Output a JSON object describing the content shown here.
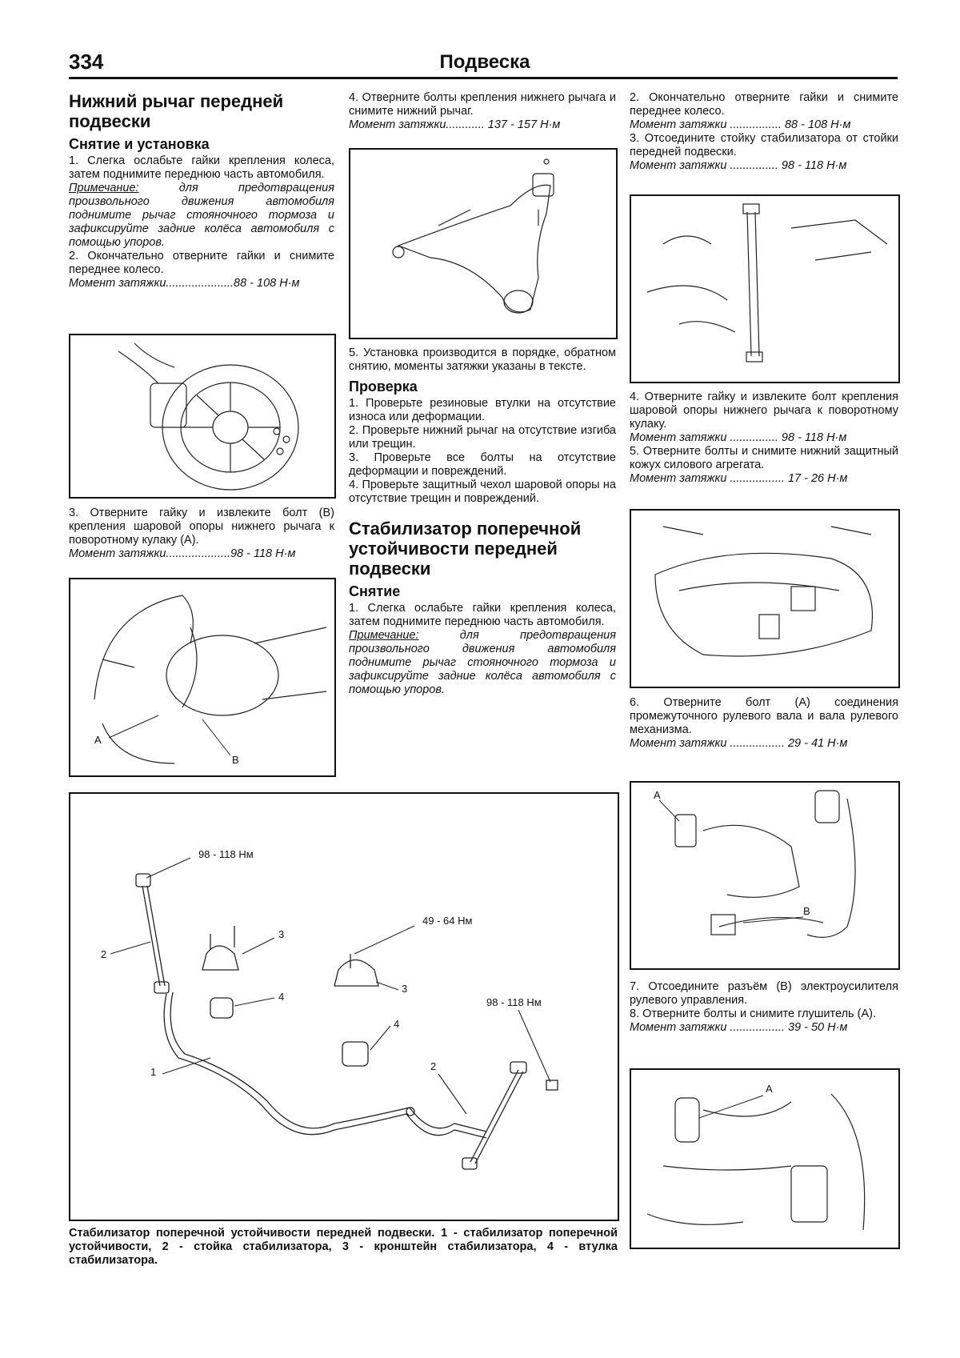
{
  "header": {
    "page_number": "334",
    "running_title": "Подвеска"
  },
  "col1": {
    "title": "Нижний рычаг передней подвески",
    "subtitle": "Снятие и установка",
    "step1": "1. Слегка ослабьте гайки крепления колеса, затем поднимите переднюю часть автомобиля.",
    "note_label": "Примечание:",
    "note_text": " для предотвращения произвольного движения автомобиля поднимите рычаг стояночного тормоза и зафиксируйте задние колёса автомобиля с помощью упоров.",
    "step2": "2. Окончательно отверните гайки и снимите переднее колесо.",
    "torque2": "Момент затяжки.....................88 - 108 Н·м",
    "step3": "3. Отверните гайку и извлеките болт (B) крепления шаровой опоры нижнего рычага к поворотному кулаку (A).",
    "torque3": "Момент затяжки....................98 - 118 Н·м",
    "fig_labels": {
      "a": "A",
      "b": "B"
    }
  },
  "col2": {
    "step4": "4. Отверните болты крепления нижнего рычага и снимите нижний рычаг.",
    "torque4": "Момент затяжки............ 137 - 157 Н·м",
    "step5": "5. Установка производится в порядке, обратном снятию, моменты затяжки указаны в тексте.",
    "check_title": "Проверка",
    "check1": "1. Проверьте резиновые втулки на отсутствие износа или деформации.",
    "check2": "2. Проверьте нижний рычаг на отсутствие изгиба или трещин.",
    "check3": "3. Проверьте все болты на отсутствие деформации и повреждений.",
    "check4": "4. Проверьте защитный чехол шаровой опоры на отсутствие трещин и повреждений.",
    "stab_title": "Стабилизатор поперечной устойчивости передней подвески",
    "removal_title": "Снятие",
    "r_step1": "1. Слегка ослабьте гайки крепления колеса, затем поднимите переднюю часть автомобиля.",
    "note_label": "Примечание:",
    "note_text": " для предотвращения произвольного движения автомобиля поднимите рычаг стояночного тормоза и зафиксируйте задние колёса автомобиля с помощью упоров."
  },
  "col3": {
    "step2": "2. Окончательно отверните гайки и снимите переднее колесо.",
    "torque2": "Момент затяжки ................ 88 - 108 Н·м",
    "step3": "3. Отсоедините стойку стабилизатора от стойки передней подвески.",
    "torque3": "Момент затяжки ............... 98 - 118 Н·м",
    "step4": "4. Отверните гайку и извлеките болт крепления шаровой опоры нижнего рычага к поворотному кулаку.",
    "torque4": "Момент затяжки ............... 98 - 118 Н·м",
    "step5": "5. Отверните болты и снимите нижний защитный кожух силового агрегата.",
    "torque5": "Момент затяжки ................. 17 - 26 Н·м",
    "step6": "6. Отверните болт (A) соединения промежуточного рулевого вала и вала рулевого механизма.",
    "torque6": "Момент затяжки ................. 29 - 41 Н·м",
    "step7": "7. Отсоедините разъём (B) электроусилителя рулевого управления.",
    "step8": "8. Отверните болты и снимите глушитель (A).",
    "torque8": "Момент затяжки ................. 39 - 50 Н·м",
    "fig_labels": {
      "a": "A",
      "b": "B"
    }
  },
  "stab_figure": {
    "torque_top": "98 - 118 Нм",
    "torque_mid": "49 - 64 Нм",
    "torque_right": "98 - 118 Нм",
    "n1": "1",
    "n2": "2",
    "n2b": "2",
    "n3": "3",
    "n3b": "3",
    "n4": "4",
    "n4b": "4",
    "caption": "Стабилизатор поперечной устойчивости передней подвески. 1 - стабилизатор поперечной устойчивости, 2 - стойка стабилизатора, 3 - кронштейн стабилизатора, 4 - втулка стабилизатора."
  }
}
